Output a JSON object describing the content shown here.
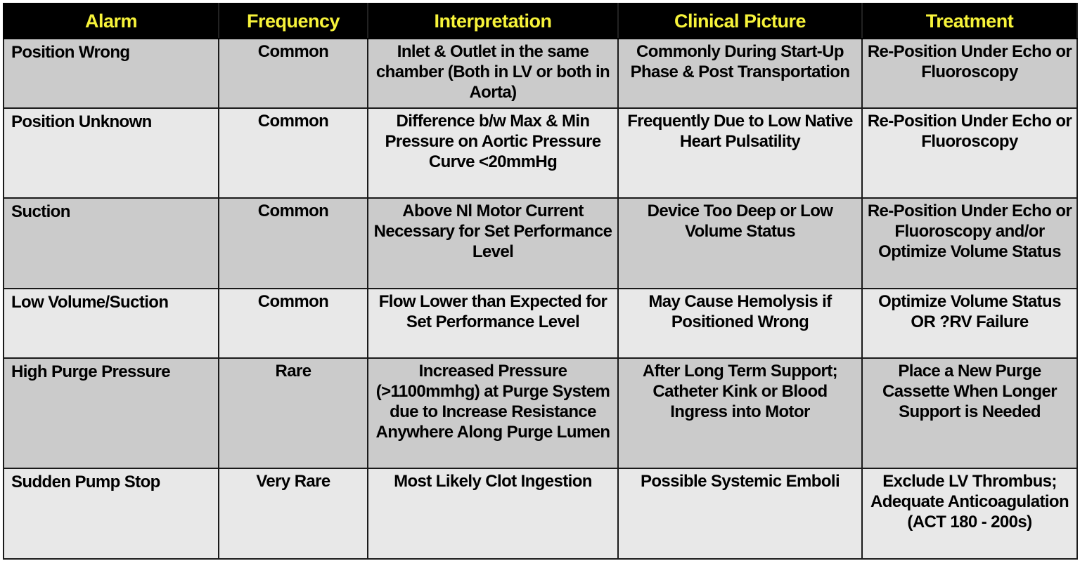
{
  "table": {
    "headers": [
      "Alarm",
      "Frequency",
      "Interpretation",
      "Clinical Picture",
      "Treatment"
    ],
    "rows": [
      {
        "alarm": "Position Wrong",
        "frequency": "Common",
        "interpretation": "Inlet & Outlet in the same chamber (Both in LV or both in Aorta)",
        "clinical_picture": "Commonly During Start-Up Phase & Post Transportation",
        "treatment": "Re-Position Under Echo or Fluoroscopy"
      },
      {
        "alarm": "Position Unknown",
        "frequency": "Common",
        "interpretation": "Difference b/w Max & Min Pressure on Aortic Pressure Curve <20mmHg",
        "clinical_picture": "Frequently Due to Low Native Heart Pulsatility",
        "treatment": "Re-Position Under Echo or Fluoroscopy"
      },
      {
        "alarm": "Suction",
        "frequency": "Common",
        "interpretation": "Above Nl Motor Current Necessary for Set Performance Level",
        "clinical_picture": "Device Too Deep or Low Volume Status",
        "treatment": "Re-Position Under Echo or Fluoroscopy and/or Optimize Volume Status"
      },
      {
        "alarm": "Low Volume/Suction",
        "frequency": "Common",
        "interpretation": "Flow Lower than Expected for Set Performance Level",
        "clinical_picture": "May Cause Hemolysis if Positioned Wrong",
        "treatment": "Optimize Volume Status OR ?RV Failure"
      },
      {
        "alarm": "High Purge Pressure",
        "frequency": "Rare",
        "interpretation": "Increased Pressure (>1100mmhg) at Purge System due to Increase Resistance Anywhere Along Purge Lumen",
        "clinical_picture": "After Long Term Support; Catheter Kink or Blood Ingress into Motor",
        "treatment": "Place a New Purge Cassette When Longer Support is Needed"
      },
      {
        "alarm": "Sudden Pump Stop",
        "frequency": "Very Rare",
        "interpretation": "Most Likely Clot Ingestion",
        "clinical_picture": "Possible Systemic Emboli",
        "treatment": "Exclude LV Thrombus; Adequate Anticoagulation (ACT 180 - 200s)"
      }
    ]
  },
  "colors": {
    "header_bg": "#000000",
    "header_text": "#f7f33a",
    "row_dark": "#cbcbcb",
    "row_light": "#e8e8e8",
    "border": "#1a1a1a"
  }
}
